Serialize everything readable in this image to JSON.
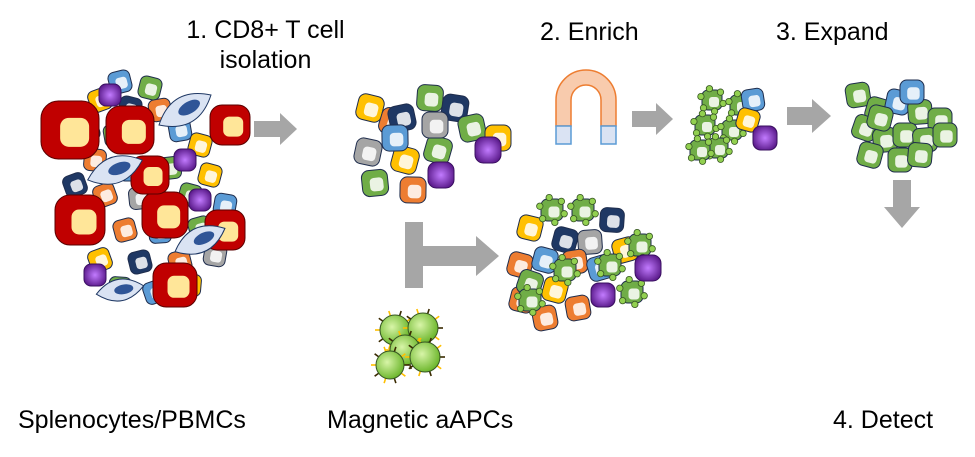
{
  "labels": {
    "step1": "1. CD8+ T cell isolation",
    "step2": "2. Enrich",
    "step3": "3. Expand",
    "step4": "4. Detect",
    "splenocytes": "Splenocytes/PBMCs",
    "aapcs": "Magnetic aAPCs"
  },
  "colors": {
    "red": "#c00000",
    "blue": "#5b9bd5",
    "navy": "#1f3864",
    "yellow": "#ffc000",
    "orange": "#ed7d31",
    "green": "#70ad47",
    "gray": "#a5a5a5",
    "purple": "#7030a0",
    "magnet": "#f4b183",
    "arrow": "#a6a6a6",
    "bead": "#92d050"
  }
}
